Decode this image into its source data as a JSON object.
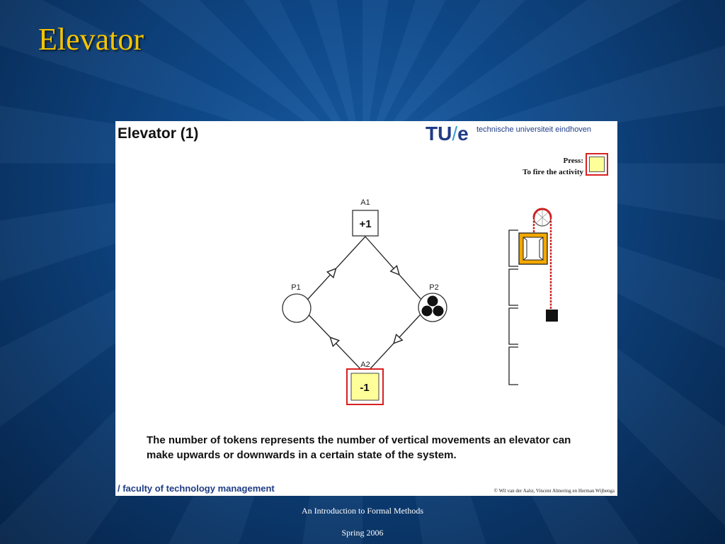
{
  "slide": {
    "title": "Elevator",
    "footer_line1": "An Introduction to Formal Methods",
    "footer_line2": "Spring 2006"
  },
  "panel": {
    "title": "Elevator (1)",
    "logo_text": "TU",
    "logo_slash": "/",
    "logo_e": "e",
    "university": "technische universiteit eindhoven",
    "press_line1": "Press:",
    "press_line2": "To fire the activity",
    "description": "The number of tokens represents the number of vertical movements an elevator can make upwards or downwards in a certain state of the system.",
    "faculty": "/ faculty of technology management",
    "copyright": "© Wil van der Aalst, Vincent Almering en Herman Wijbenga"
  },
  "petri_net": {
    "transitions": [
      {
        "id": "A1",
        "label": "+1",
        "enabled": false
      },
      {
        "id": "A2",
        "label": "-1",
        "enabled": true
      }
    ],
    "places": [
      {
        "id": "P1",
        "tokens": 0
      },
      {
        "id": "P2",
        "tokens": 3
      }
    ],
    "arcs": [
      [
        "A1",
        "P2"
      ],
      [
        "P2",
        "A2"
      ],
      [
        "A2",
        "P1"
      ],
      [
        "P1",
        "A1"
      ]
    ]
  },
  "elevator": {
    "floors": 4,
    "car_floor": 1
  },
  "colors": {
    "title_yellow": "#f5c400",
    "enabled_fill": "#ffff99",
    "enabled_border": "#d82020",
    "car_orange": "#f5a800",
    "rope_red": "#cc2222",
    "tue_blue": "#1f3c86"
  }
}
